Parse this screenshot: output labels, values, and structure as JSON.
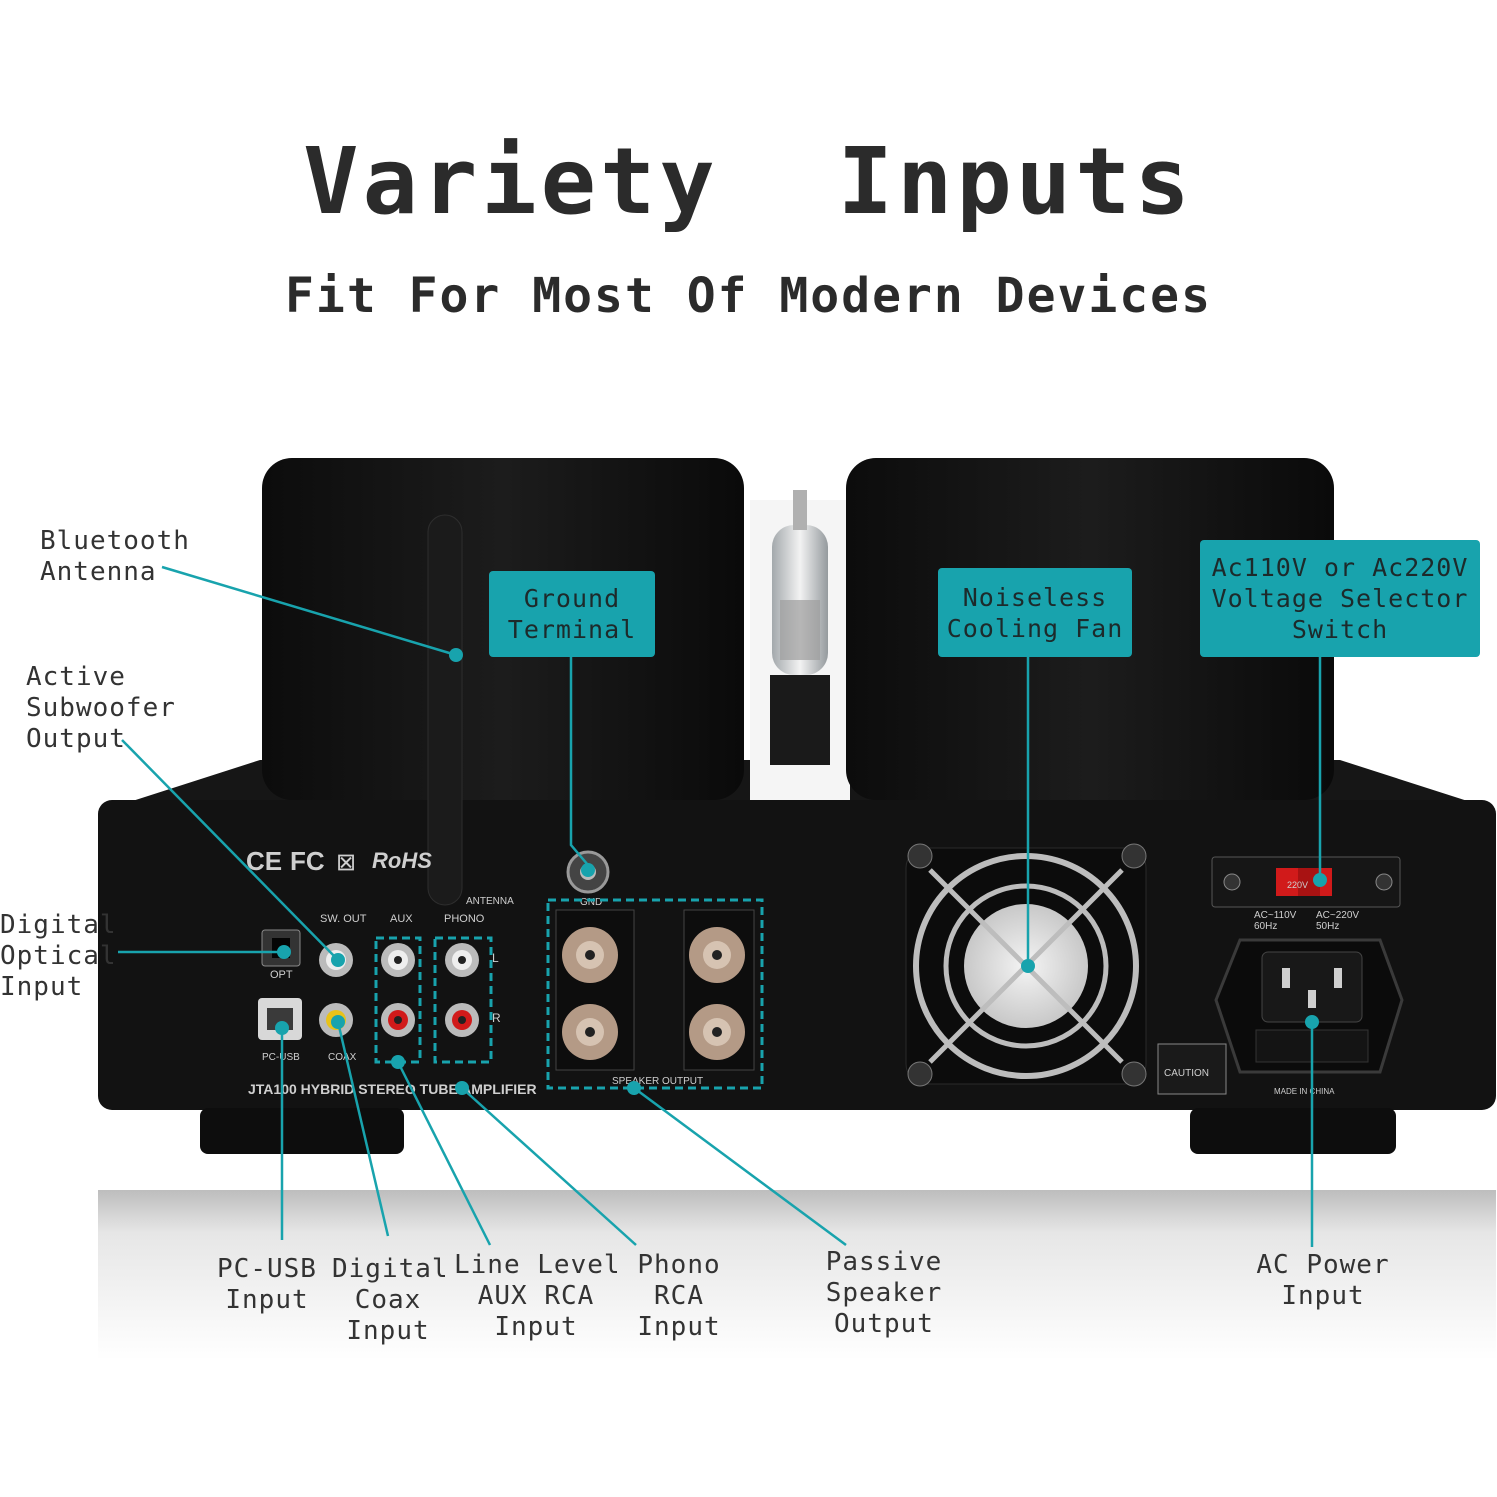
{
  "header": {
    "title": "Variety  Inputs",
    "subtitle": "Fit For Most Of Modern Devices"
  },
  "callouts": {
    "bluetooth_antenna": "Bluetooth\nAntenna",
    "active_subwoofer": "Active\nSubwoofer\nOutput",
    "digital_optical": "Digital\nOptical\nInput",
    "ground_terminal": "Ground\nTerminal",
    "cooling_fan": "Noiseless\nCooling Fan",
    "voltage_selector": "Ac110V or Ac220V\nVoltage Selector\nSwitch",
    "pc_usb": "PC-USB\nInput",
    "digital_coax": "Digital\nCoax\nInput",
    "line_level_aux": "Line Level\nAUX RCA\nInput",
    "phono_rca": "Phono\nRCA\nInput",
    "passive_speaker": "Passive\nSpeaker\nOutput",
    "ac_power": "AC Power\nInput"
  },
  "panel": {
    "model": "JTA100  HYBRID STEREO TUBE AMPLIFIER",
    "ce": "CE",
    "fc": "FC",
    "rohs": "RoHS",
    "antenna": "ANTENNA",
    "sw_out": "SW. OUT",
    "aux": "AUX",
    "phono": "PHONO",
    "opt": "OPT",
    "pc_usb": "PC-USB",
    "coax": "COAX",
    "gnd": "GND",
    "speaker_output": "SPEAKER OUTPUT",
    "left": "L",
    "right": "R",
    "voltage_110": "AC~110V\n60Hz",
    "voltage_220": "AC~220V\n50Hz",
    "switch_value": "220V",
    "caution": "CAUTION",
    "made_in": "MADE IN CHINA"
  },
  "colors": {
    "accent": "#18a3ad",
    "chassis": "#111111",
    "rca_red": "#d11a1a",
    "rca_white": "#eeeeee",
    "rca_yellow": "#e8c21a"
  }
}
